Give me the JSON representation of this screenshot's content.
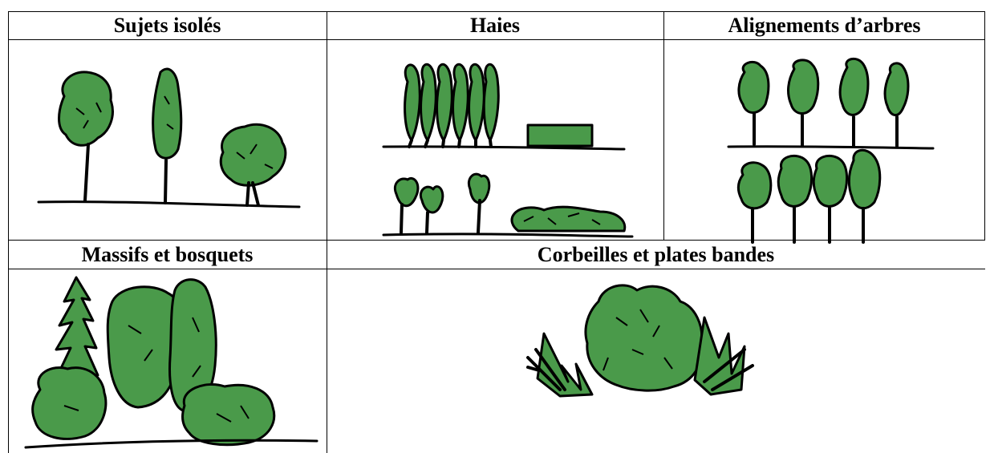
{
  "colors": {
    "foliage": "#4a9a4a",
    "ink": "#000000",
    "background": "#ffffff"
  },
  "table": {
    "row1": {
      "col1_header": "Sujets isolés",
      "col2_header": "Haies",
      "col3_header": "Alignements d’arbres"
    },
    "row2": {
      "col1_header": "Massifs et bosquets",
      "col2_header": "Corbeilles et plates bandes"
    }
  },
  "illustrations": [
    {
      "id": "sujets-isoles",
      "icon": "isolated-trees-illustration"
    },
    {
      "id": "haies",
      "icon": "hedges-illustration"
    },
    {
      "id": "alignements",
      "icon": "tree-alignment-illustration"
    },
    {
      "id": "massifs",
      "icon": "groves-illustration"
    },
    {
      "id": "corbeilles",
      "icon": "flower-beds-illustration"
    }
  ]
}
